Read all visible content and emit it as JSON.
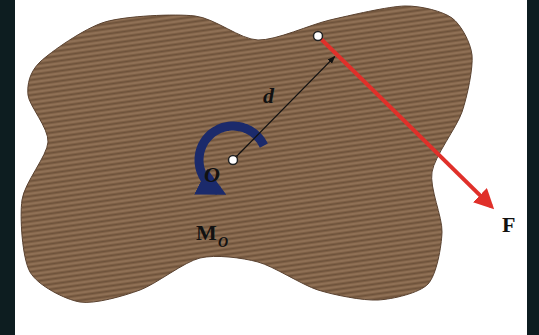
{
  "diagram": {
    "labels": [
      "d",
      "O",
      "M",
      "O",
      "F"
    ]
  }
}
